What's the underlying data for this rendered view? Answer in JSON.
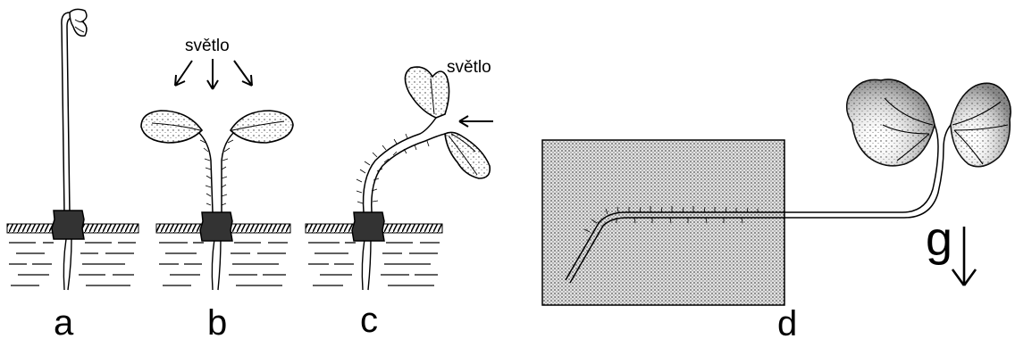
{
  "figure": {
    "panels": [
      {
        "letter": "a"
      },
      {
        "letter": "b",
        "annotation": "světlo"
      },
      {
        "letter": "c",
        "annotation": "světlo"
      },
      {
        "letter": "d",
        "annotation": "g"
      }
    ]
  }
}
